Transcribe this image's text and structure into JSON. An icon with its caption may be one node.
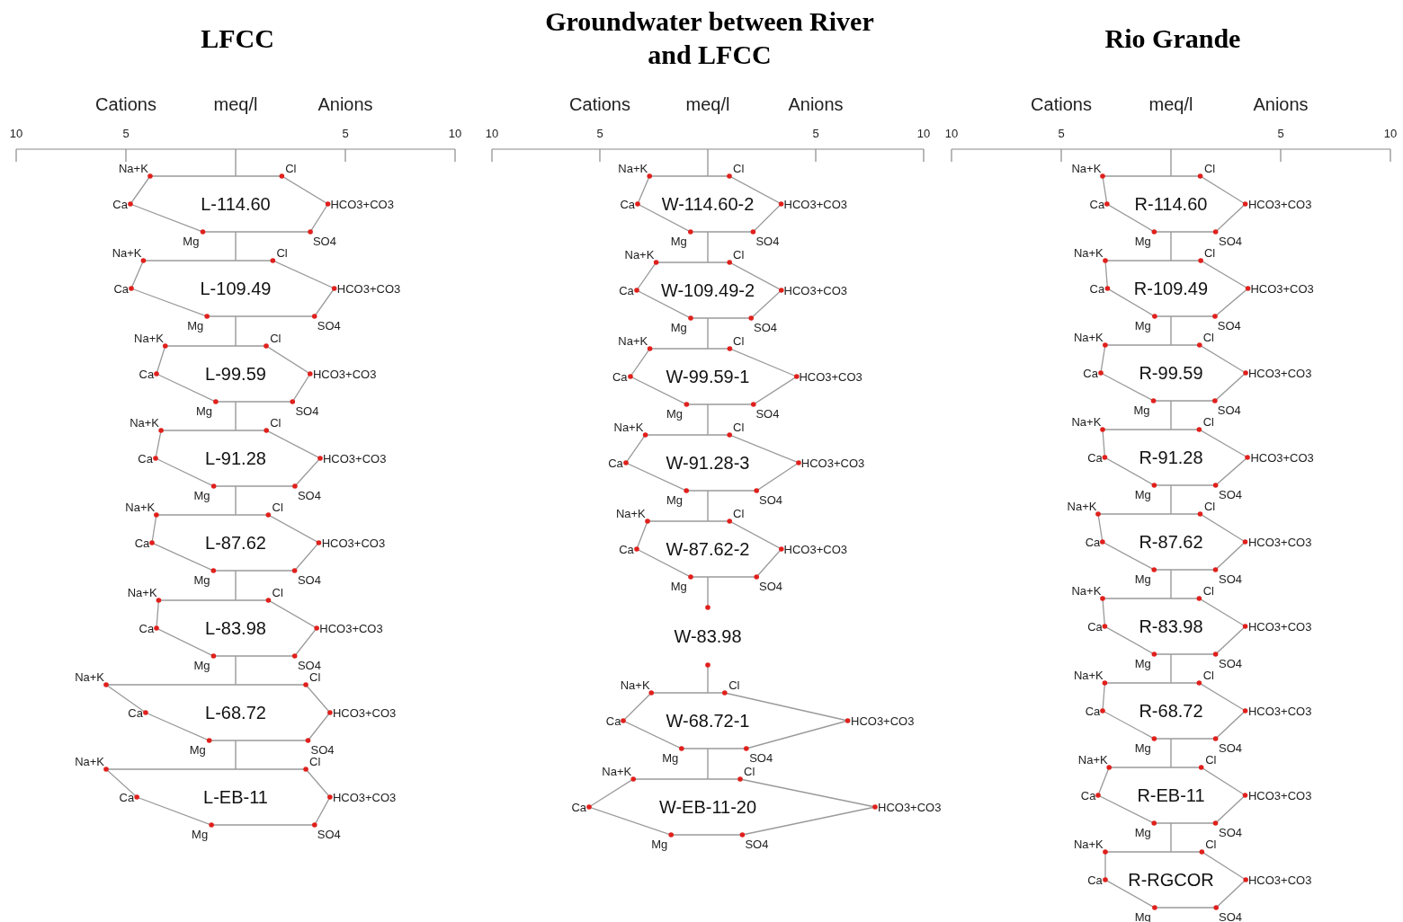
{
  "diagram": {
    "nodes": [
      {
        "text": [
          "L-114.60"
        ],
        "beside": [
          "Na+K",
          "Cl",
          "Ca",
          "HCO3+CO3",
          "Mg",
          "SO4"
        ]
      },
      {
        "text": [
          "L-109.49"
        ],
        "beside": [
          "Na+K",
          "Cl",
          "Ca",
          "HCO3+CO3",
          "Mg",
          "SO4"
        ]
      },
      {
        "text": [
          "L-99.59"
        ],
        "beside": [
          "Na+K",
          "Cl",
          "Ca",
          "HCO3+CO3",
          "Mg",
          "SO4"
        ]
      },
      {
        "text": [
          "L-91.28"
        ],
        "beside": [
          "Na+K",
          "Cl",
          "Ca",
          "HCO3+CO3",
          "Mg",
          "SO4"
        ]
      },
      {
        "text": [
          "L-87.62"
        ],
        "beside": [
          "Na+K",
          "Cl",
          "Ca",
          "HCO3+CO3",
          "Mg",
          "SO4"
        ]
      },
      {
        "text": [
          "L-83.98"
        ],
        "beside": [
          "Na+K",
          "Cl",
          "Ca",
          "HCO3+CO3",
          "Mg",
          "SO4"
        ]
      },
      {
        "text": [
          "L-68.72"
        ],
        "beside": [
          "Na+K",
          "Cl",
          "Ca",
          "HCO3+CO3",
          "Mg",
          "SO4"
        ]
      },
      {
        "text": [
          "L-EB-11"
        ],
        "beside": [
          "Na+K",
          "Cl",
          "Ca",
          "HCO3+CO3",
          "Mg",
          "SO4"
        ]
      },
      {
        "text": [
          "W-114.60-2"
        ],
        "beside": [
          "Na+K",
          "Cl",
          "Ca",
          "HCO3+CO3",
          "Mg",
          "SO4"
        ]
      },
      {
        "text": [
          "W-109.49-2"
        ],
        "beside": [
          "Na+K",
          "Cl",
          "Ca",
          "HCO3+CO3",
          "Mg",
          "SO4"
        ]
      },
      {
        "text": [
          "W-99.59-1"
        ],
        "beside": [
          "Na+K",
          "Cl",
          "Ca",
          "HCO3+CO3",
          "Mg",
          "SO4"
        ]
      },
      {
        "text": [
          "W-91.28-3"
        ],
        "beside": [
          "Na+K",
          "Cl",
          "Ca",
          "HCO3+CO3",
          "Mg",
          "SO4"
        ]
      },
      {
        "text": [
          "W-87.62-2"
        ],
        "beside": [
          "Na+K",
          "Cl",
          "Ca",
          "HCO3+CO3",
          "Mg",
          "SO4"
        ]
      },
      {
        "text": [
          "W-83.98"
        ]
      },
      {
        "text": [
          "W-68.72-1"
        ],
        "beside": [
          "Na+K",
          "Cl",
          "Ca",
          "HCO3+CO3",
          "Mg",
          "SO4"
        ]
      },
      {
        "text": [
          "W-EB-11-20"
        ],
        "beside": [
          "Na+K",
          "Cl",
          "Ca",
          "HCO3+CO3",
          "Mg",
          "SO4"
        ]
      },
      {
        "text": [
          "R-114.60"
        ],
        "beside": [
          "Na+K",
          "Cl",
          "Ca",
          "HCO3+CO3",
          "Mg",
          "SO4"
        ]
      },
      {
        "text": [
          "R-109.49"
        ],
        "beside": [
          "Na+K",
          "Cl",
          "Ca",
          "HCO3+CO3",
          "Mg",
          "SO4"
        ]
      },
      {
        "text": [
          "R-99.59"
        ],
        "beside": [
          "Na+K",
          "Cl",
          "Ca",
          "HCO3+CO3",
          "Mg",
          "SO4"
        ]
      },
      {
        "text": [
          "R-91.28"
        ],
        "beside": [
          "Na+K",
          "Cl",
          "Ca",
          "HCO3+CO3",
          "Mg",
          "SO4"
        ]
      },
      {
        "text": [
          "R-87.62"
        ],
        "beside": [
          "Na+K",
          "Cl",
          "Ca",
          "HCO3+CO3",
          "Mg",
          "SO4"
        ]
      },
      {
        "text": [
          "R-83.98"
        ],
        "beside": [
          "Na+K",
          "Cl",
          "Ca",
          "HCO3+CO3",
          "Mg",
          "SO4"
        ]
      },
      {
        "text": [
          "R-68.72"
        ],
        "beside": [
          "Na+K",
          "Cl",
          "Ca",
          "HCO3+CO3",
          "Mg",
          "SO4"
        ]
      },
      {
        "text": [
          "R-EB-11"
        ],
        "beside": [
          "Na+K",
          "Cl",
          "Ca",
          "HCO3+CO3",
          "Mg",
          "SO4"
        ]
      },
      {
        "text": [
          "R-RGCOR"
        ],
        "beside": [
          "Na+K",
          "Cl",
          "Ca",
          "HCO3+CO3",
          "Mg",
          "SO4"
        ]
      }
    ],
    "labels": [
      "LFCC",
      "Cations",
      "meq/l",
      "Anions",
      "10",
      "5",
      "5",
      "10",
      "Groundwater between River and LFCC",
      "Cations",
      "meq/l",
      "Anions",
      "10",
      "5",
      "5",
      "10",
      "Rio Grande",
      "Cations",
      "meq/l",
      "Anions",
      "10",
      "5",
      "5",
      "10"
    ]
  }
}
